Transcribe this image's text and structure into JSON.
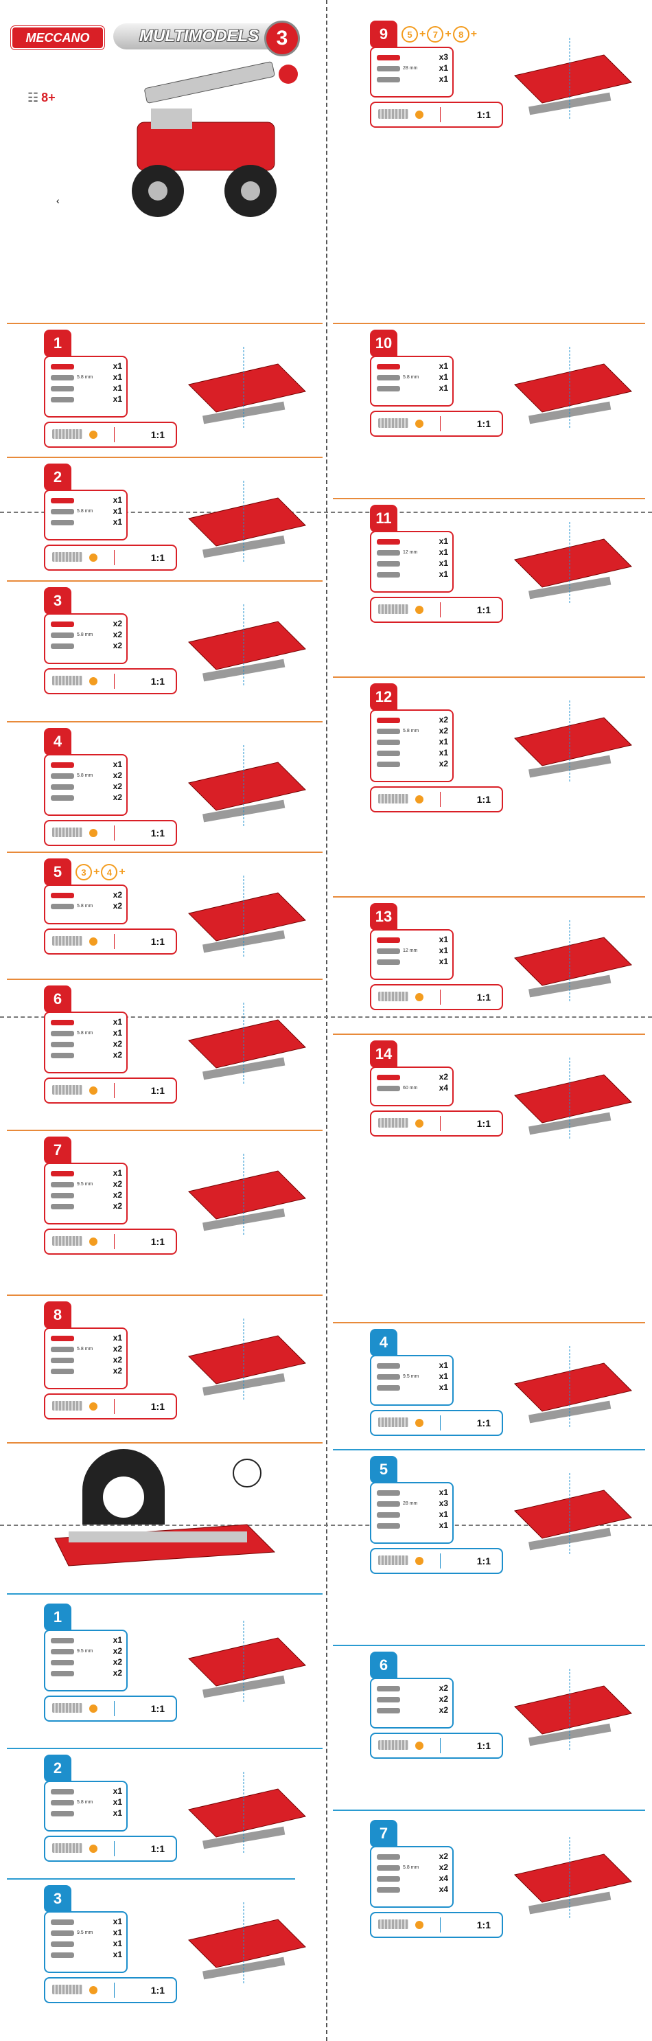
{
  "brand": {
    "logo": "MECCANO",
    "series": "MULTIMODELS",
    "series_number": "3"
  },
  "age": {
    "label": "8+"
  },
  "colors": {
    "red": "#d91f26",
    "blue": "#1d8fcc",
    "orange": "#e88a3a",
    "black": "#111111",
    "grey": "#9a9a9a"
  },
  "scale_label": "1:1",
  "left_column": {
    "red_steps": [
      {
        "num": "1",
        "qty": [
          "x1",
          "x1",
          "x1",
          "x1"
        ],
        "size": "5.8 mm"
      },
      {
        "num": "2",
        "qty": [
          "x1",
          "x1",
          "x1"
        ],
        "size": "5.8 mm"
      },
      {
        "num": "3",
        "qty": [
          "x2",
          "x2",
          "x2"
        ],
        "size": "5.8 mm"
      },
      {
        "num": "4",
        "qty": [
          "x1",
          "x2",
          "x2",
          "x2"
        ],
        "size": "5.8 mm"
      },
      {
        "num": "5",
        "qty": [
          "x2",
          "x2"
        ],
        "size": "5.8 mm",
        "refs": [
          "3",
          "4"
        ]
      },
      {
        "num": "6",
        "qty": [
          "x1",
          "x1",
          "x2",
          "x2"
        ],
        "size": "5.8 mm"
      },
      {
        "num": "7",
        "qty": [
          "x1",
          "x2",
          "x2",
          "x2"
        ],
        "size": "9.5 mm"
      },
      {
        "num": "8",
        "qty": [
          "x1",
          "x2",
          "x2",
          "x2"
        ],
        "size": "5.8 mm"
      }
    ],
    "blue_steps": [
      {
        "num": "1",
        "qty": [
          "x1",
          "x2",
          "x2",
          "x2"
        ],
        "size": "9.5 mm"
      },
      {
        "num": "2",
        "qty": [
          "x1",
          "x1",
          "x1"
        ],
        "size": "5.8 mm"
      },
      {
        "num": "3",
        "qty": [
          "x1",
          "x1",
          "x1",
          "x1"
        ],
        "size": "9.5 mm"
      }
    ]
  },
  "right_column": {
    "red_steps": [
      {
        "num": "9",
        "qty": [
          "x3",
          "x1",
          "x1"
        ],
        "size": "28 mm",
        "refs": [
          "5",
          "7",
          "8"
        ]
      },
      {
        "num": "10",
        "qty": [
          "x1",
          "x1",
          "x1"
        ],
        "size": "5.8 mm"
      },
      {
        "num": "11",
        "qty": [
          "x1",
          "x1",
          "x1",
          "x1"
        ],
        "size": "12 mm"
      },
      {
        "num": "12",
        "qty": [
          "x2",
          "x2",
          "x1",
          "x1",
          "x2"
        ],
        "size": "5.8 mm"
      },
      {
        "num": "13",
        "qty": [
          "x1",
          "x1",
          "x1"
        ],
        "size": "12 mm"
      },
      {
        "num": "14",
        "qty": [
          "x2",
          "x4"
        ],
        "size": "60 mm"
      }
    ],
    "blue_steps": [
      {
        "num": "4",
        "qty": [
          "x1",
          "x1",
          "x1"
        ],
        "size": "9.5 mm"
      },
      {
        "num": "5",
        "qty": [
          "x1",
          "x3",
          "x1",
          "x1"
        ],
        "size": "28 mm"
      },
      {
        "num": "6",
        "qty": [
          "x2",
          "x2",
          "x2"
        ],
        "size": ""
      },
      {
        "num": "7",
        "qty": [
          "x2",
          "x2",
          "x4",
          "x4"
        ],
        "size": "5.8 mm"
      }
    ]
  }
}
